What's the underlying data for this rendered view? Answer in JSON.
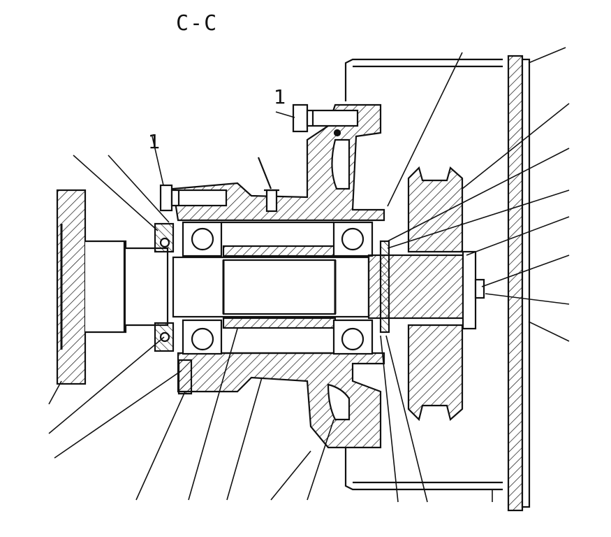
{
  "section": {
    "title": "C-C"
  },
  "part_marks": {
    "upper_bolt_mark": "1",
    "left_bolt_mark": "1"
  },
  "colors": {
    "ink": "#111111",
    "paper": "#ffffff"
  }
}
